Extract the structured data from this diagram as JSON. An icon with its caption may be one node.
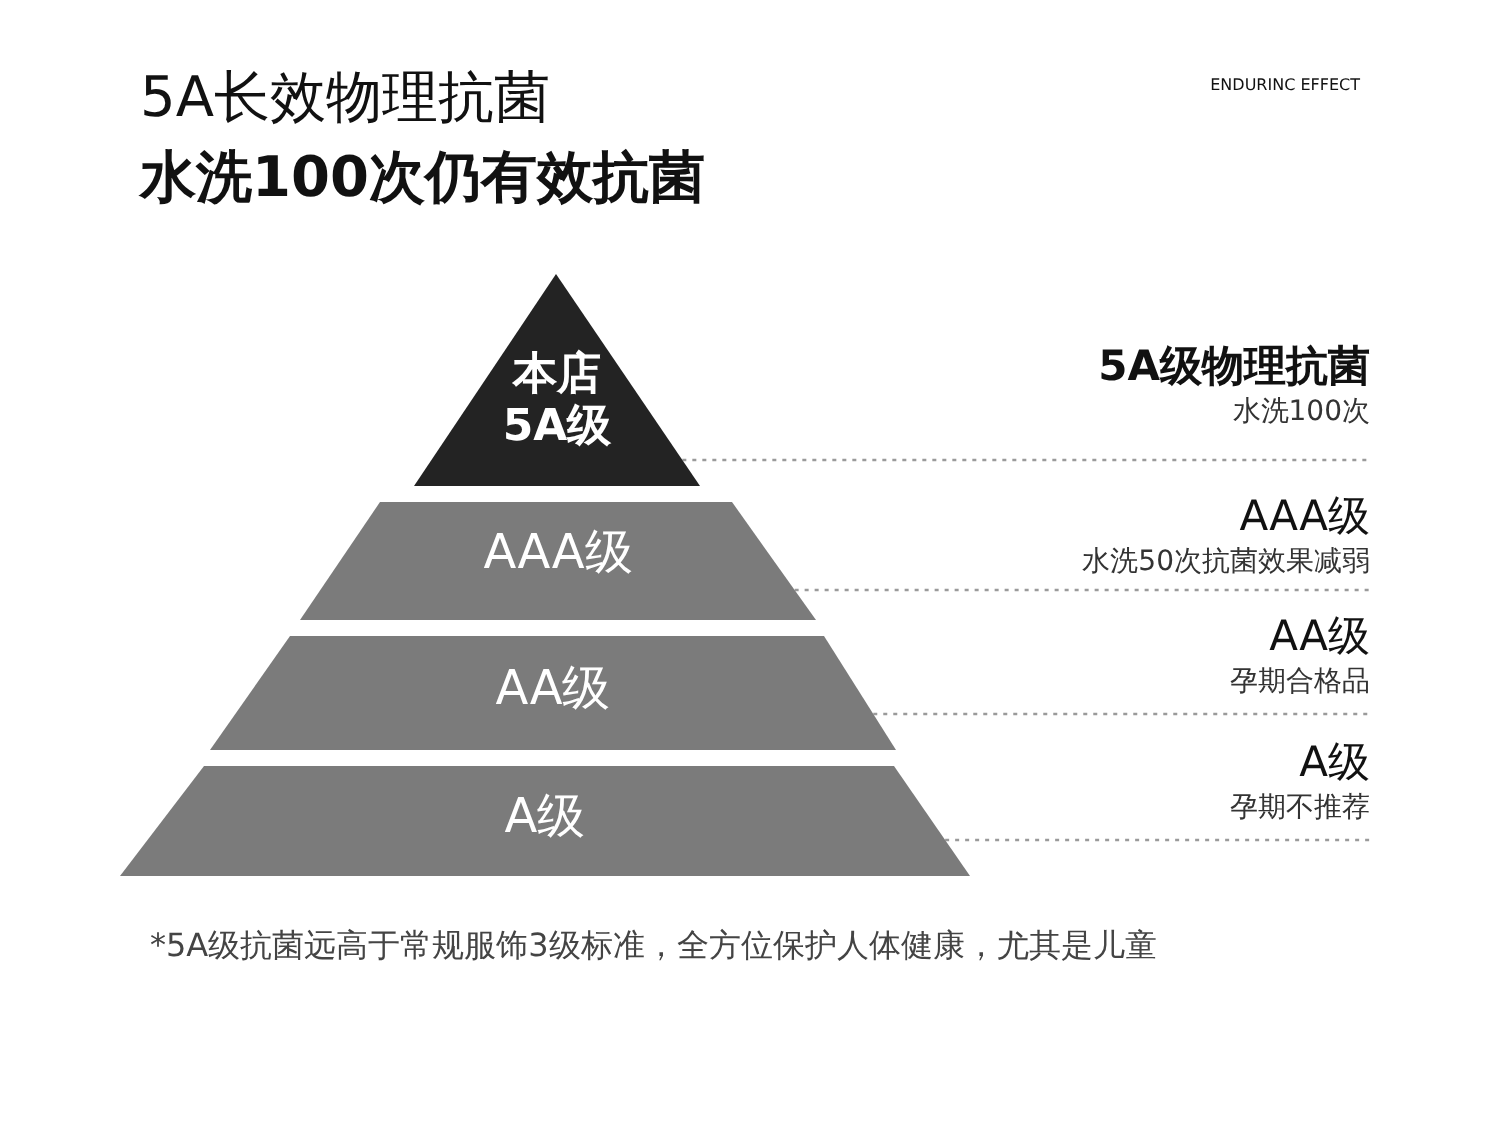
{
  "diagram": {
    "title": "5A长效物理抗菌",
    "caption": "*5A级抗菌远高于常规服饰3级标准，全方位保护人体健康，尤其是儿童",
    "nodes": [
      {
        "text": [
          "本店5A级"
        ]
      },
      {
        "text": [
          "AAA级"
        ]
      },
      {
        "text": [
          "AA级"
        ]
      },
      {
        "text": [
          "A级"
        ]
      },
      {
        "text": [
          "5A级物理抗菌",
          "水洗100次"
        ]
      },
      {
        "text": [
          "AAA级",
          "水洗50次抗菌效果减弱"
        ]
      },
      {
        "text": [
          "AA级",
          "孕期合格品"
        ]
      },
      {
        "text": [
          "A级",
          "孕期不推荐"
        ]
      }
    ],
    "edges": [
      {
        "from": 0,
        "to": 4,
        "arrow": "none",
        "style": "dashed"
      },
      {
        "from": 1,
        "to": 5,
        "arrow": "none",
        "style": "dashed"
      },
      {
        "from": 2,
        "to": 6,
        "arrow": "none",
        "style": "dashed"
      },
      {
        "from": 3,
        "to": 7,
        "arrow": "none",
        "style": "dashed"
      }
    ],
    "labels": [
      "水洗100次仍有效抗菌",
      "ENDURINC EFFECT"
    ]
  }
}
